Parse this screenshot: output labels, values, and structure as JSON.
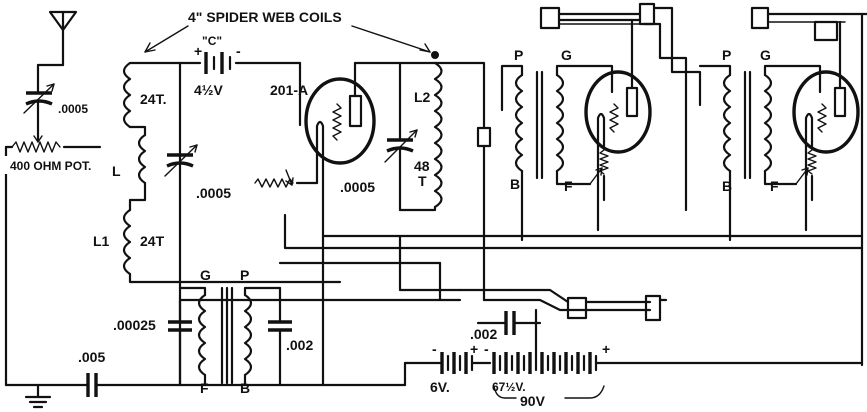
{
  "labels": {
    "title": "4\" SPIDER WEB COILS",
    "c_battery": "\"C\"",
    "c_voltage": "4½V",
    "tube": "201-A",
    "cap_0005_top": ".0005",
    "turns_24_upper": "24T.",
    "coil_l": "L",
    "pot": "400 OHM POT.",
    "cap_0005_mid": ".0005",
    "coil_l1": "L1",
    "turns_24_lower": "24T",
    "cap_0005_grid": ".0005",
    "coil_l2": "L2",
    "turns_48": "48",
    "turns_48_t": "T",
    "cap_00025": ".00025",
    "cap_005": ".005",
    "cap_002_a": ".002",
    "cap_002_b": ".002",
    "batt_6v": "6V.",
    "batt_67v": "67½V.",
    "batt_90v": "90V",
    "xf1_g": "G",
    "xf1_p": "P",
    "xf1_f": "F",
    "xf1_b": "B",
    "xf2_p": "P",
    "xf2_g": "G",
    "xf2_b": "B",
    "xf2_f": "F",
    "xf3_p": "P",
    "xf3_g": "G",
    "xf3_b": "B",
    "xf3_f": "F",
    "plus_c": "+",
    "minus_c": "-",
    "minus_6v": "-",
    "plus_6v": "+",
    "minus_b": "-",
    "plus_b": "+"
  }
}
